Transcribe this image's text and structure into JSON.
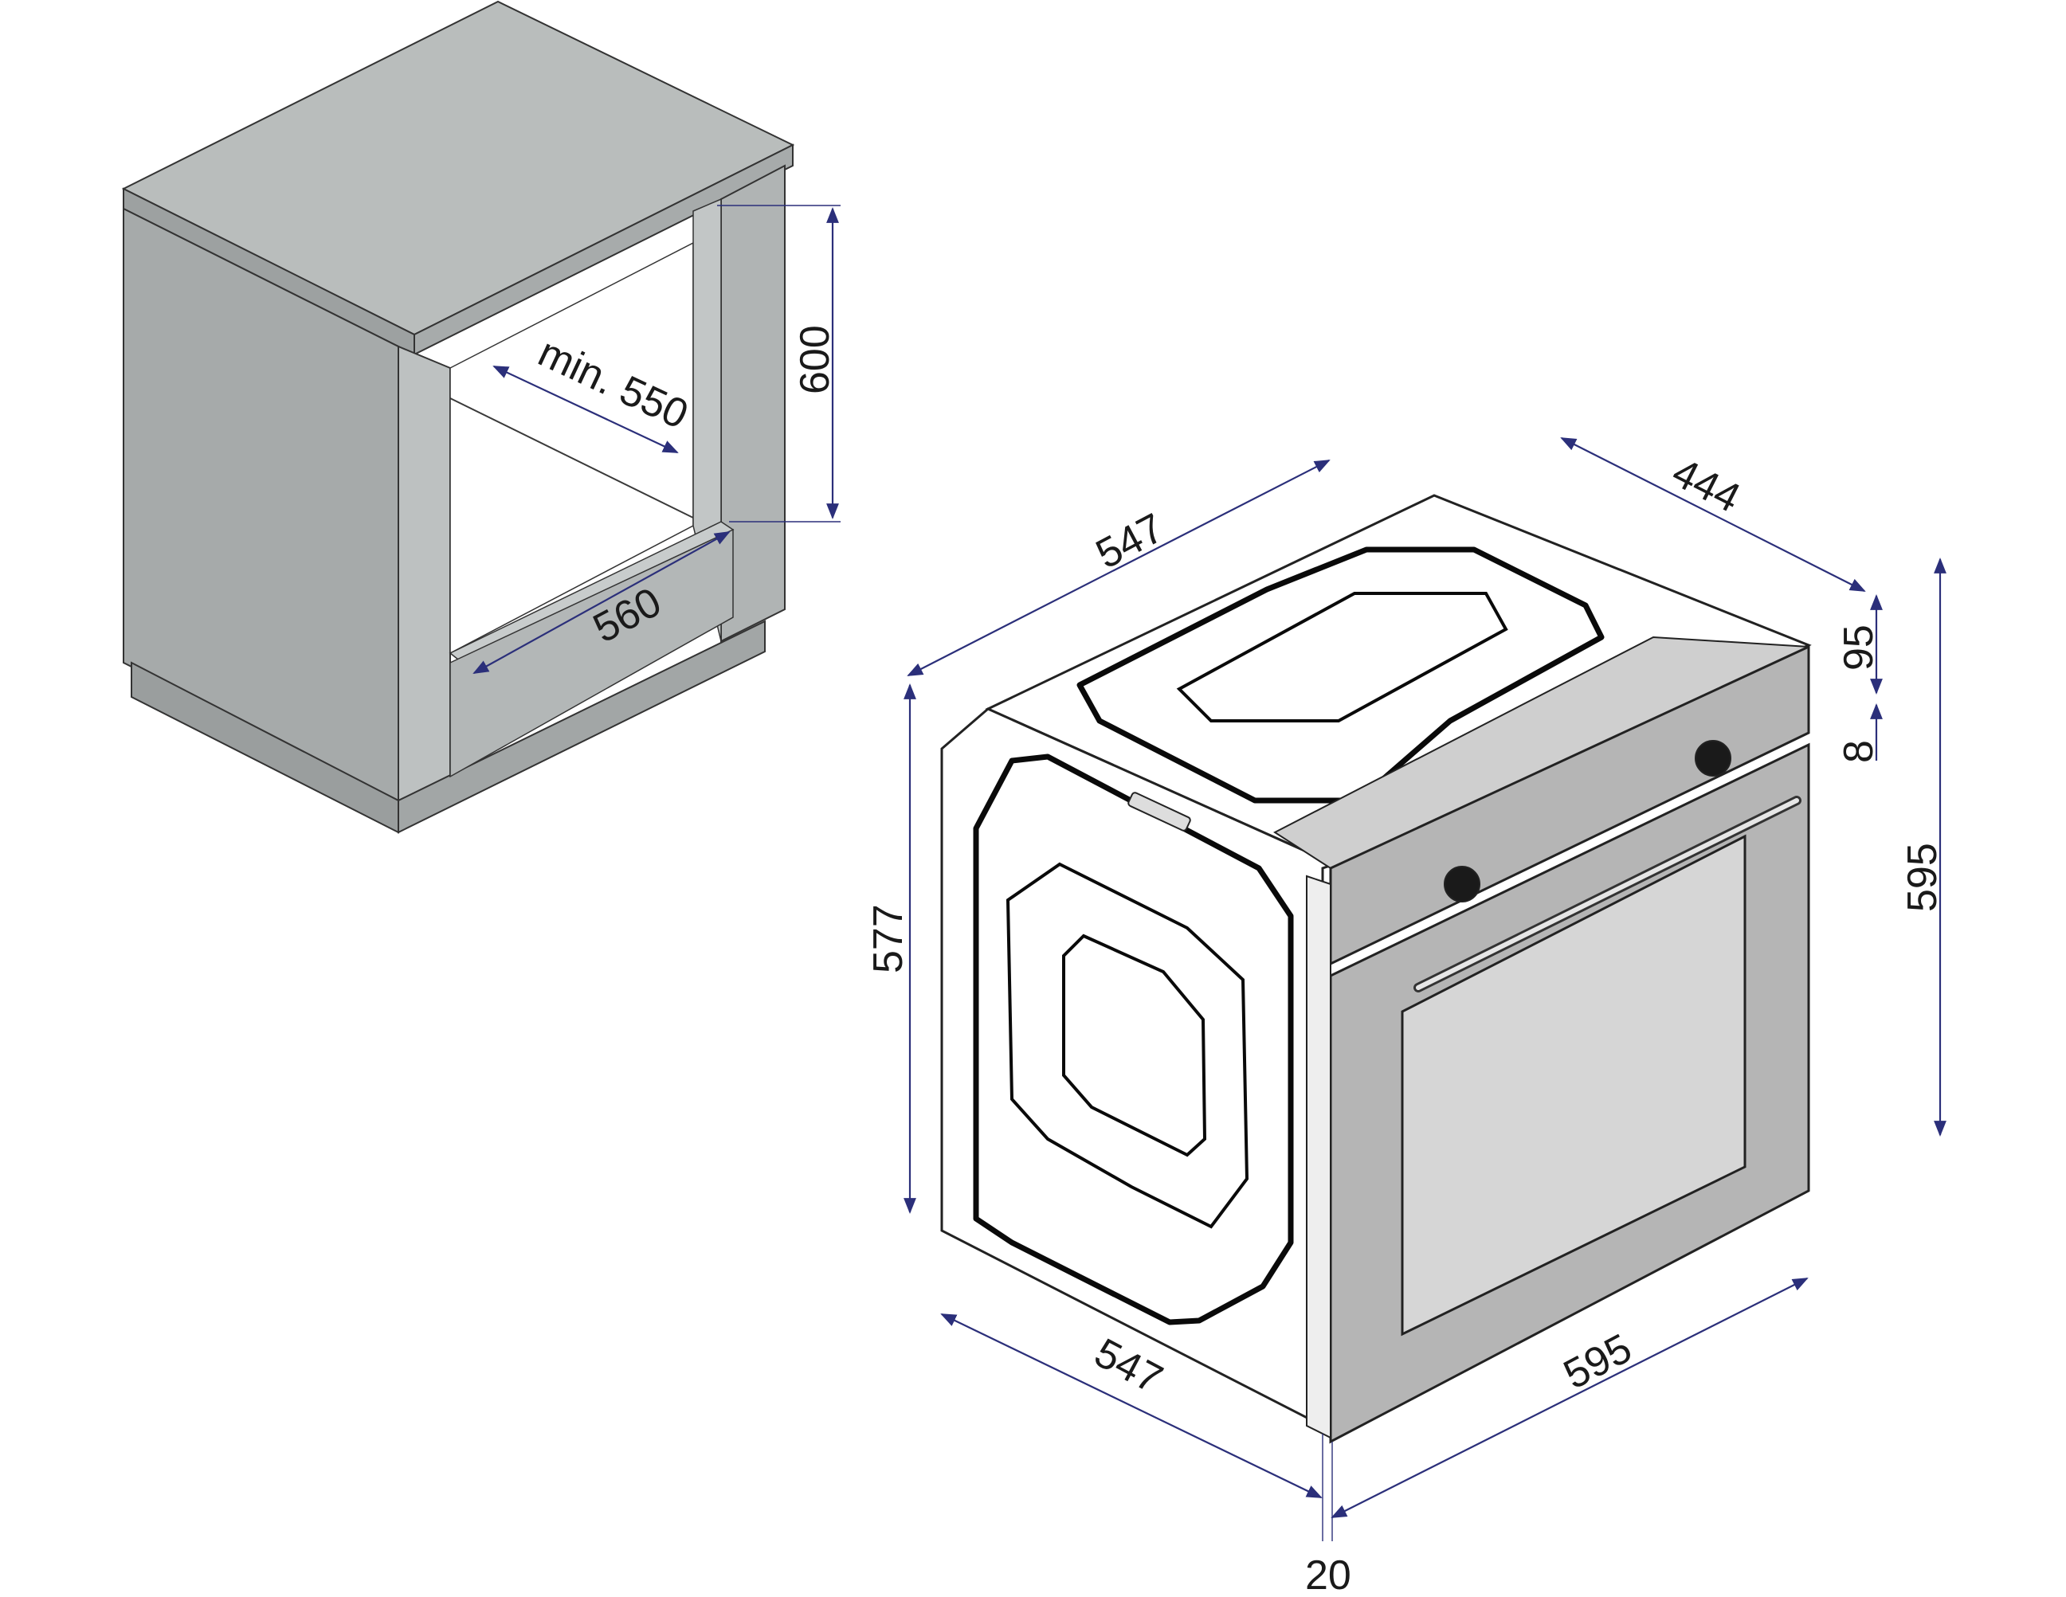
{
  "colors": {
    "cabinet_top": "#b9bdbc",
    "cabinet_front": "#a8acac",
    "cabinet_dark": "#9a9e9e",
    "oven_panel": "#b5b5b5",
    "oven_glass": "#d6d6d6",
    "dimension_line": "#2b2f7a"
  },
  "cabinet": {
    "depth_label": "min. 550",
    "height_label": "600",
    "width_label": "560"
  },
  "oven": {
    "top_depth_label": "547",
    "top_depth_back_label": "444",
    "panel_height_label": "95",
    "gap_label": "8",
    "total_height_label": "595",
    "body_height_label": "577",
    "bottom_depth_label": "547",
    "front_width_label": "595",
    "front_offset_label": "20"
  }
}
